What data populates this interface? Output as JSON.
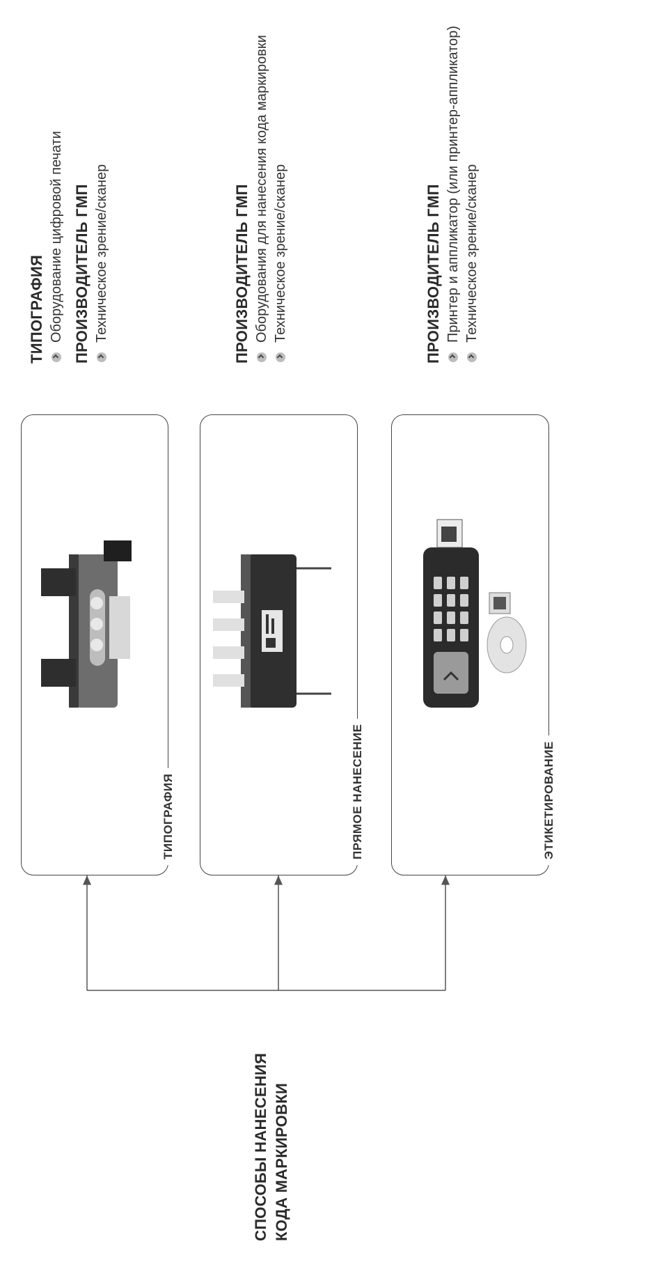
{
  "title": {
    "line1": "СПОСОБЫ НАНЕСЕНИЯ",
    "line2": "КОДА МАРКИРОВКИ"
  },
  "methods": [
    {
      "label": "ТИПОГРАФИЯ",
      "groups": [
        {
          "heading": "ТИПОГРАФИЯ",
          "items": [
            "Оборудование цифровой печати"
          ]
        },
        {
          "heading": "ПРОИЗВОДИТЕЛЬ ГМП",
          "items": [
            "Техническое зрение/сканер"
          ]
        }
      ]
    },
    {
      "label": "ПРЯМОЕ НАНЕСЕНИЕ",
      "groups": [
        {
          "heading": "ПРОИЗВОДИТЕЛЬ ГМП",
          "items": [
            "Оборудования для нанесения кода маркировки",
            "Техническое зрение/сканер"
          ]
        }
      ]
    },
    {
      "label": "ЭТИКЕТИРОВАНИЕ",
      "groups": [
        {
          "heading": "ПРОИЗВОДИТЕЛЬ ГМП",
          "items": [
            "Принтер и аппликатор (или принтер-аппликатор)",
            "Техническое зрение/сканер"
          ]
        }
      ]
    }
  ]
}
